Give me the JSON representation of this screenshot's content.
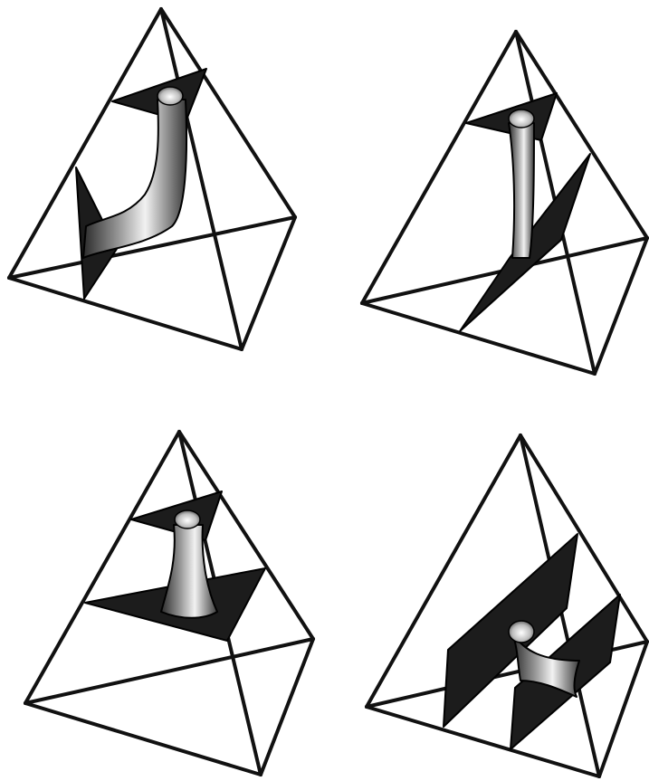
{
  "figure": {
    "panel_count": 4,
    "colors": {
      "background": "#ffffff",
      "edge": "#111111",
      "sheet": "#1c1c1c",
      "tube_light": "#f2f2f2",
      "tube_mid": "#9a9a9a",
      "tube_dark": "#2b2b2b"
    },
    "panels": [
      {
        "id": "top-left",
        "shape": "tetrahedron",
        "surfaces": [
          "triangular-sheet-top",
          "triangular-sheet-left",
          "curved-tube"
        ]
      },
      {
        "id": "top-right",
        "shape": "tetrahedron",
        "surfaces": [
          "triangular-sheet-top",
          "long-oblique-sheet",
          "straight-tube"
        ]
      },
      {
        "id": "bottom-left",
        "shape": "tetrahedron",
        "surfaces": [
          "triangular-sheet-top",
          "triangular-cross-section",
          "vertical-tube"
        ]
      },
      {
        "id": "bottom-right",
        "shape": "tetrahedron",
        "surfaces": [
          "two-parallel-quad-sheets",
          "connecting-tube"
        ]
      }
    ]
  }
}
